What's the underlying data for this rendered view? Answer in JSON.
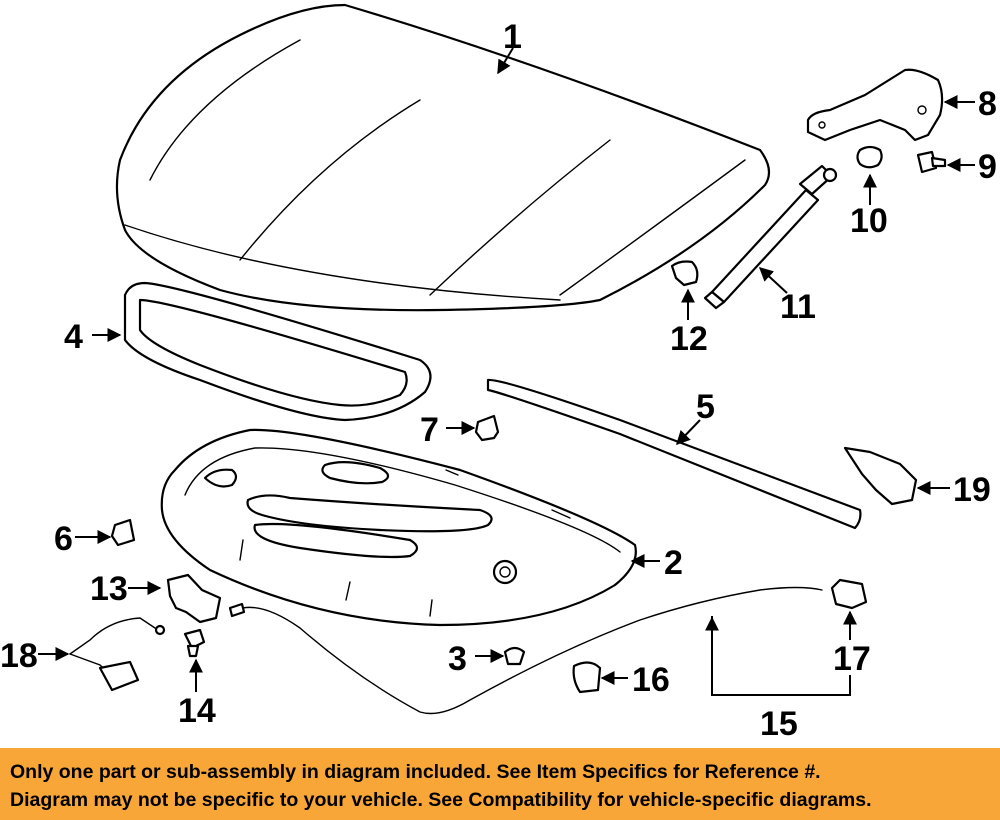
{
  "callouts": {
    "c1": "1",
    "c2": "2",
    "c3": "3",
    "c4": "4",
    "c5": "5",
    "c6": "6",
    "c7": "7",
    "c8": "8",
    "c9": "9",
    "c10": "10",
    "c11": "11",
    "c12": "12",
    "c13": "13",
    "c14": "14",
    "c15": "15",
    "c16": "16",
    "c17": "17",
    "c18": "18",
    "c19": "19"
  },
  "disclaimer": {
    "line1": "Only one part or sub-assembly in diagram included. See Item Specifics for Reference #.",
    "line2": "Diagram may not be specific to your vehicle. See Compatibility for vehicle-specific diagrams.",
    "background_color": "#f7a637"
  }
}
